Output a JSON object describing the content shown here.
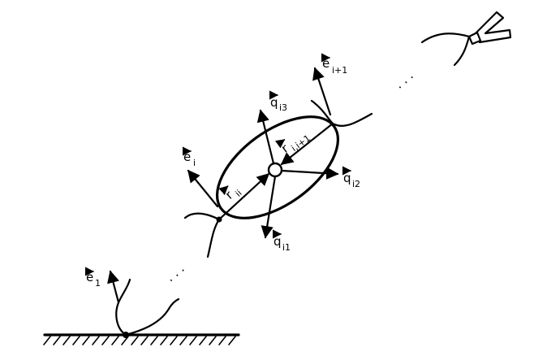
{
  "labels": {
    "e1": {
      "main": "e",
      "sub": "1"
    },
    "ei": {
      "main": "e",
      "sub": "i"
    },
    "ei1": {
      "main": "e",
      "sub": "i+1"
    },
    "qi1": {
      "main": "q",
      "sub": "i1"
    },
    "qi2": {
      "main": "q",
      "sub": "i2"
    },
    "qi3": {
      "main": "q",
      "sub": "i3"
    },
    "rii": {
      "main": "r",
      "sub": "ii"
    },
    "rii1": {
      "main": "r",
      "sub": "i,i+1"
    }
  },
  "ellipsis": "· · ·"
}
